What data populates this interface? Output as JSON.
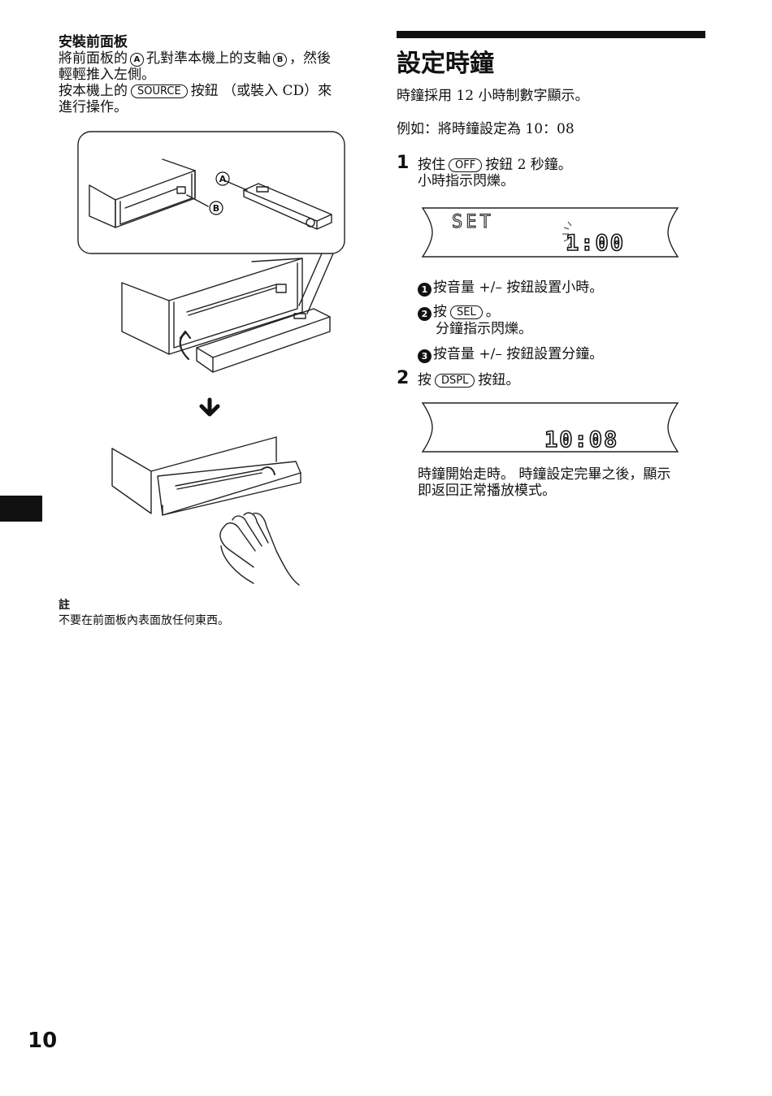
{
  "left": {
    "install_heading": "安裝前面板",
    "para1_a": "將前面板的",
    "marker_a": "A",
    "para1_b": "孔對準本機上的支軸",
    "marker_b": "B",
    "para1_c": "，然後",
    "para1_line2": "輕輕推入左側。",
    "para2_a": "按本機上的",
    "source_button": "SOURCE",
    "para2_b": "按鈕 （或裝入 CD）來",
    "para2_line2": "進行操作。",
    "callout_a": "A",
    "callout_b": "B",
    "note_title": "註",
    "note_text": "不要在前面板內表面放任何東西。"
  },
  "right": {
    "section_title": "設定時鐘",
    "intro1": "時鐘採用 12 小時制數字顯示。",
    "intro2": "例如：將時鐘設定為 10：08",
    "step1_num": "1",
    "step1_a": "按住",
    "off_button": "OFF",
    "step1_b": "按鈕 2 秒鐘。",
    "step1_line2": "小時指示閃爍。",
    "display1_label": "SET",
    "display1_time": "1:00",
    "sub1_num": "1",
    "sub1_text": "按音量 +/– 按鈕設置小時。",
    "sub2_num": "2",
    "sub2_a": "按",
    "sel_button": "SEL",
    "sub2_b": "。",
    "sub2_line2": "分鐘指示閃爍。",
    "sub3_num": "3",
    "sub3_text": "按音量 +/– 按鈕設置分鐘。",
    "step2_num": "2",
    "step2_a": "按",
    "dspl_button": "DSPL",
    "step2_b": "按鈕。",
    "display2_time": "10:08",
    "final_line1": "時鐘開始走時。 時鐘設定完畢之後，顯示",
    "final_line2": "即返回正常播放模式。"
  },
  "page_number": "10"
}
